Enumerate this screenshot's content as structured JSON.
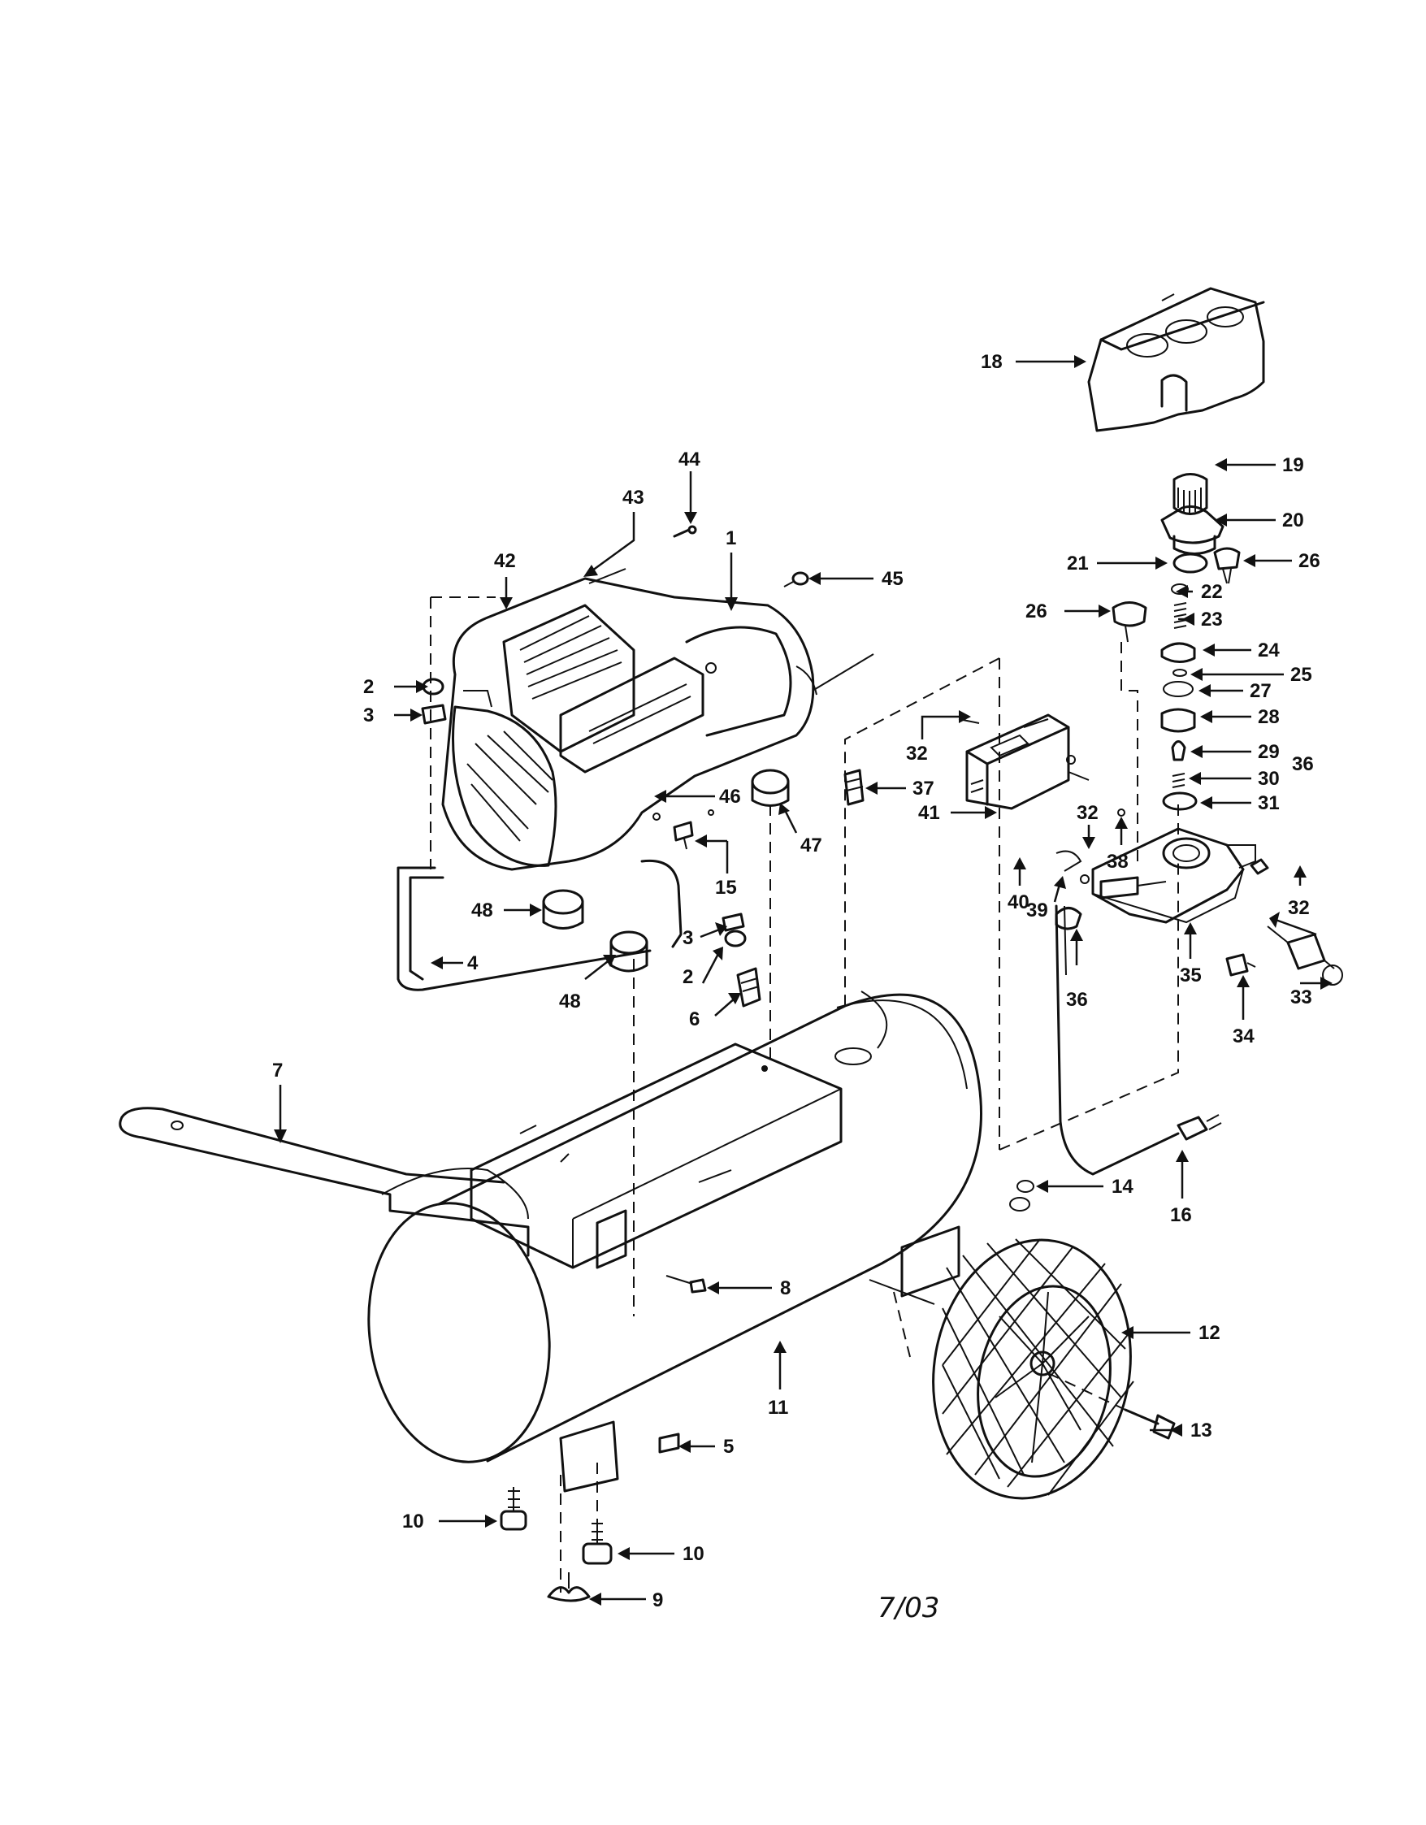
{
  "date_code": "7/03",
  "callouts": [
    {
      "num": "1"
    },
    {
      "num": "2"
    },
    {
      "num": "3"
    },
    {
      "num": "4"
    },
    {
      "num": "2"
    },
    {
      "num": "3"
    },
    {
      "num": "5"
    },
    {
      "num": "6"
    },
    {
      "num": "7"
    },
    {
      "num": "8"
    },
    {
      "num": "9"
    },
    {
      "num": "10"
    },
    {
      "num": "10"
    },
    {
      "num": "11"
    },
    {
      "num": "12"
    },
    {
      "num": "13"
    },
    {
      "num": "14"
    },
    {
      "num": "15"
    },
    {
      "num": "16"
    },
    {
      "num": "18"
    },
    {
      "num": "19"
    },
    {
      "num": "20"
    },
    {
      "num": "21"
    },
    {
      "num": "22"
    },
    {
      "num": "23"
    },
    {
      "num": "24"
    },
    {
      "num": "25"
    },
    {
      "num": "26"
    },
    {
      "num": "26"
    },
    {
      "num": "27"
    },
    {
      "num": "28"
    },
    {
      "num": "29"
    },
    {
      "num": "30"
    },
    {
      "num": "31"
    },
    {
      "num": "32"
    },
    {
      "num": "32"
    },
    {
      "num": "32"
    },
    {
      "num": "33"
    },
    {
      "num": "34"
    },
    {
      "num": "35"
    },
    {
      "num": "36"
    },
    {
      "num": "36"
    },
    {
      "num": "37"
    },
    {
      "num": "38"
    },
    {
      "num": "39"
    },
    {
      "num": "40"
    },
    {
      "num": "41"
    },
    {
      "num": "42"
    },
    {
      "num": "43"
    },
    {
      "num": "44"
    },
    {
      "num": "45"
    },
    {
      "num": "46"
    },
    {
      "num": "47"
    },
    {
      "num": "48"
    },
    {
      "num": "48"
    }
  ]
}
